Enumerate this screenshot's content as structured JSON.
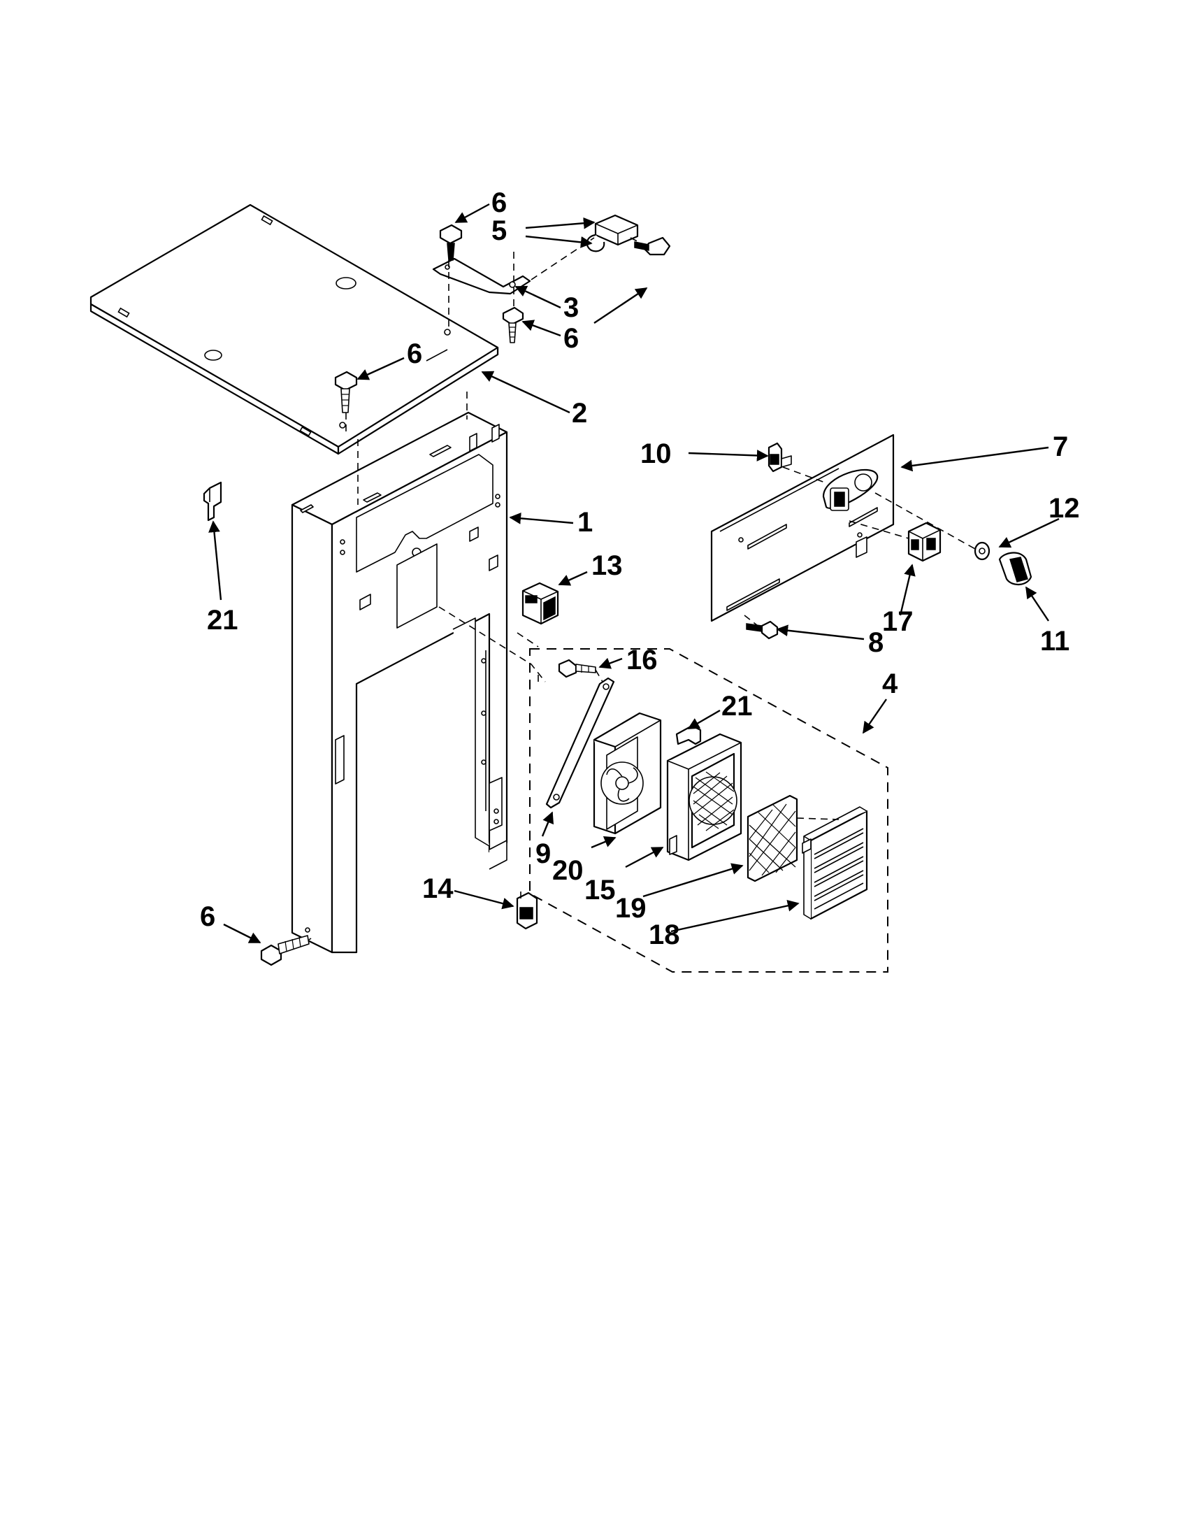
{
  "callouts": [
    {
      "id": "c6a",
      "label": "6"
    },
    {
      "id": "c5",
      "label": "5"
    },
    {
      "id": "c3",
      "label": "3"
    },
    {
      "id": "c6b",
      "label": "6"
    },
    {
      "id": "c6c",
      "label": "6"
    },
    {
      "id": "c2",
      "label": "2"
    },
    {
      "id": "c10",
      "label": "10"
    },
    {
      "id": "c7",
      "label": "7"
    },
    {
      "id": "c12",
      "label": "12"
    },
    {
      "id": "c1",
      "label": "1"
    },
    {
      "id": "c13",
      "label": "13"
    },
    {
      "id": "c21a",
      "label": "21"
    },
    {
      "id": "c17",
      "label": "17"
    },
    {
      "id": "c11",
      "label": "11"
    },
    {
      "id": "c8",
      "label": "8"
    },
    {
      "id": "c16",
      "label": "16"
    },
    {
      "id": "c4",
      "label": "4"
    },
    {
      "id": "c21b",
      "label": "21"
    },
    {
      "id": "c9",
      "label": "9"
    },
    {
      "id": "c20",
      "label": "20"
    },
    {
      "id": "c15",
      "label": "15"
    },
    {
      "id": "c19",
      "label": "19"
    },
    {
      "id": "c18",
      "label": "18"
    },
    {
      "id": "c14",
      "label": "14"
    },
    {
      "id": "c6d",
      "label": "6"
    }
  ]
}
